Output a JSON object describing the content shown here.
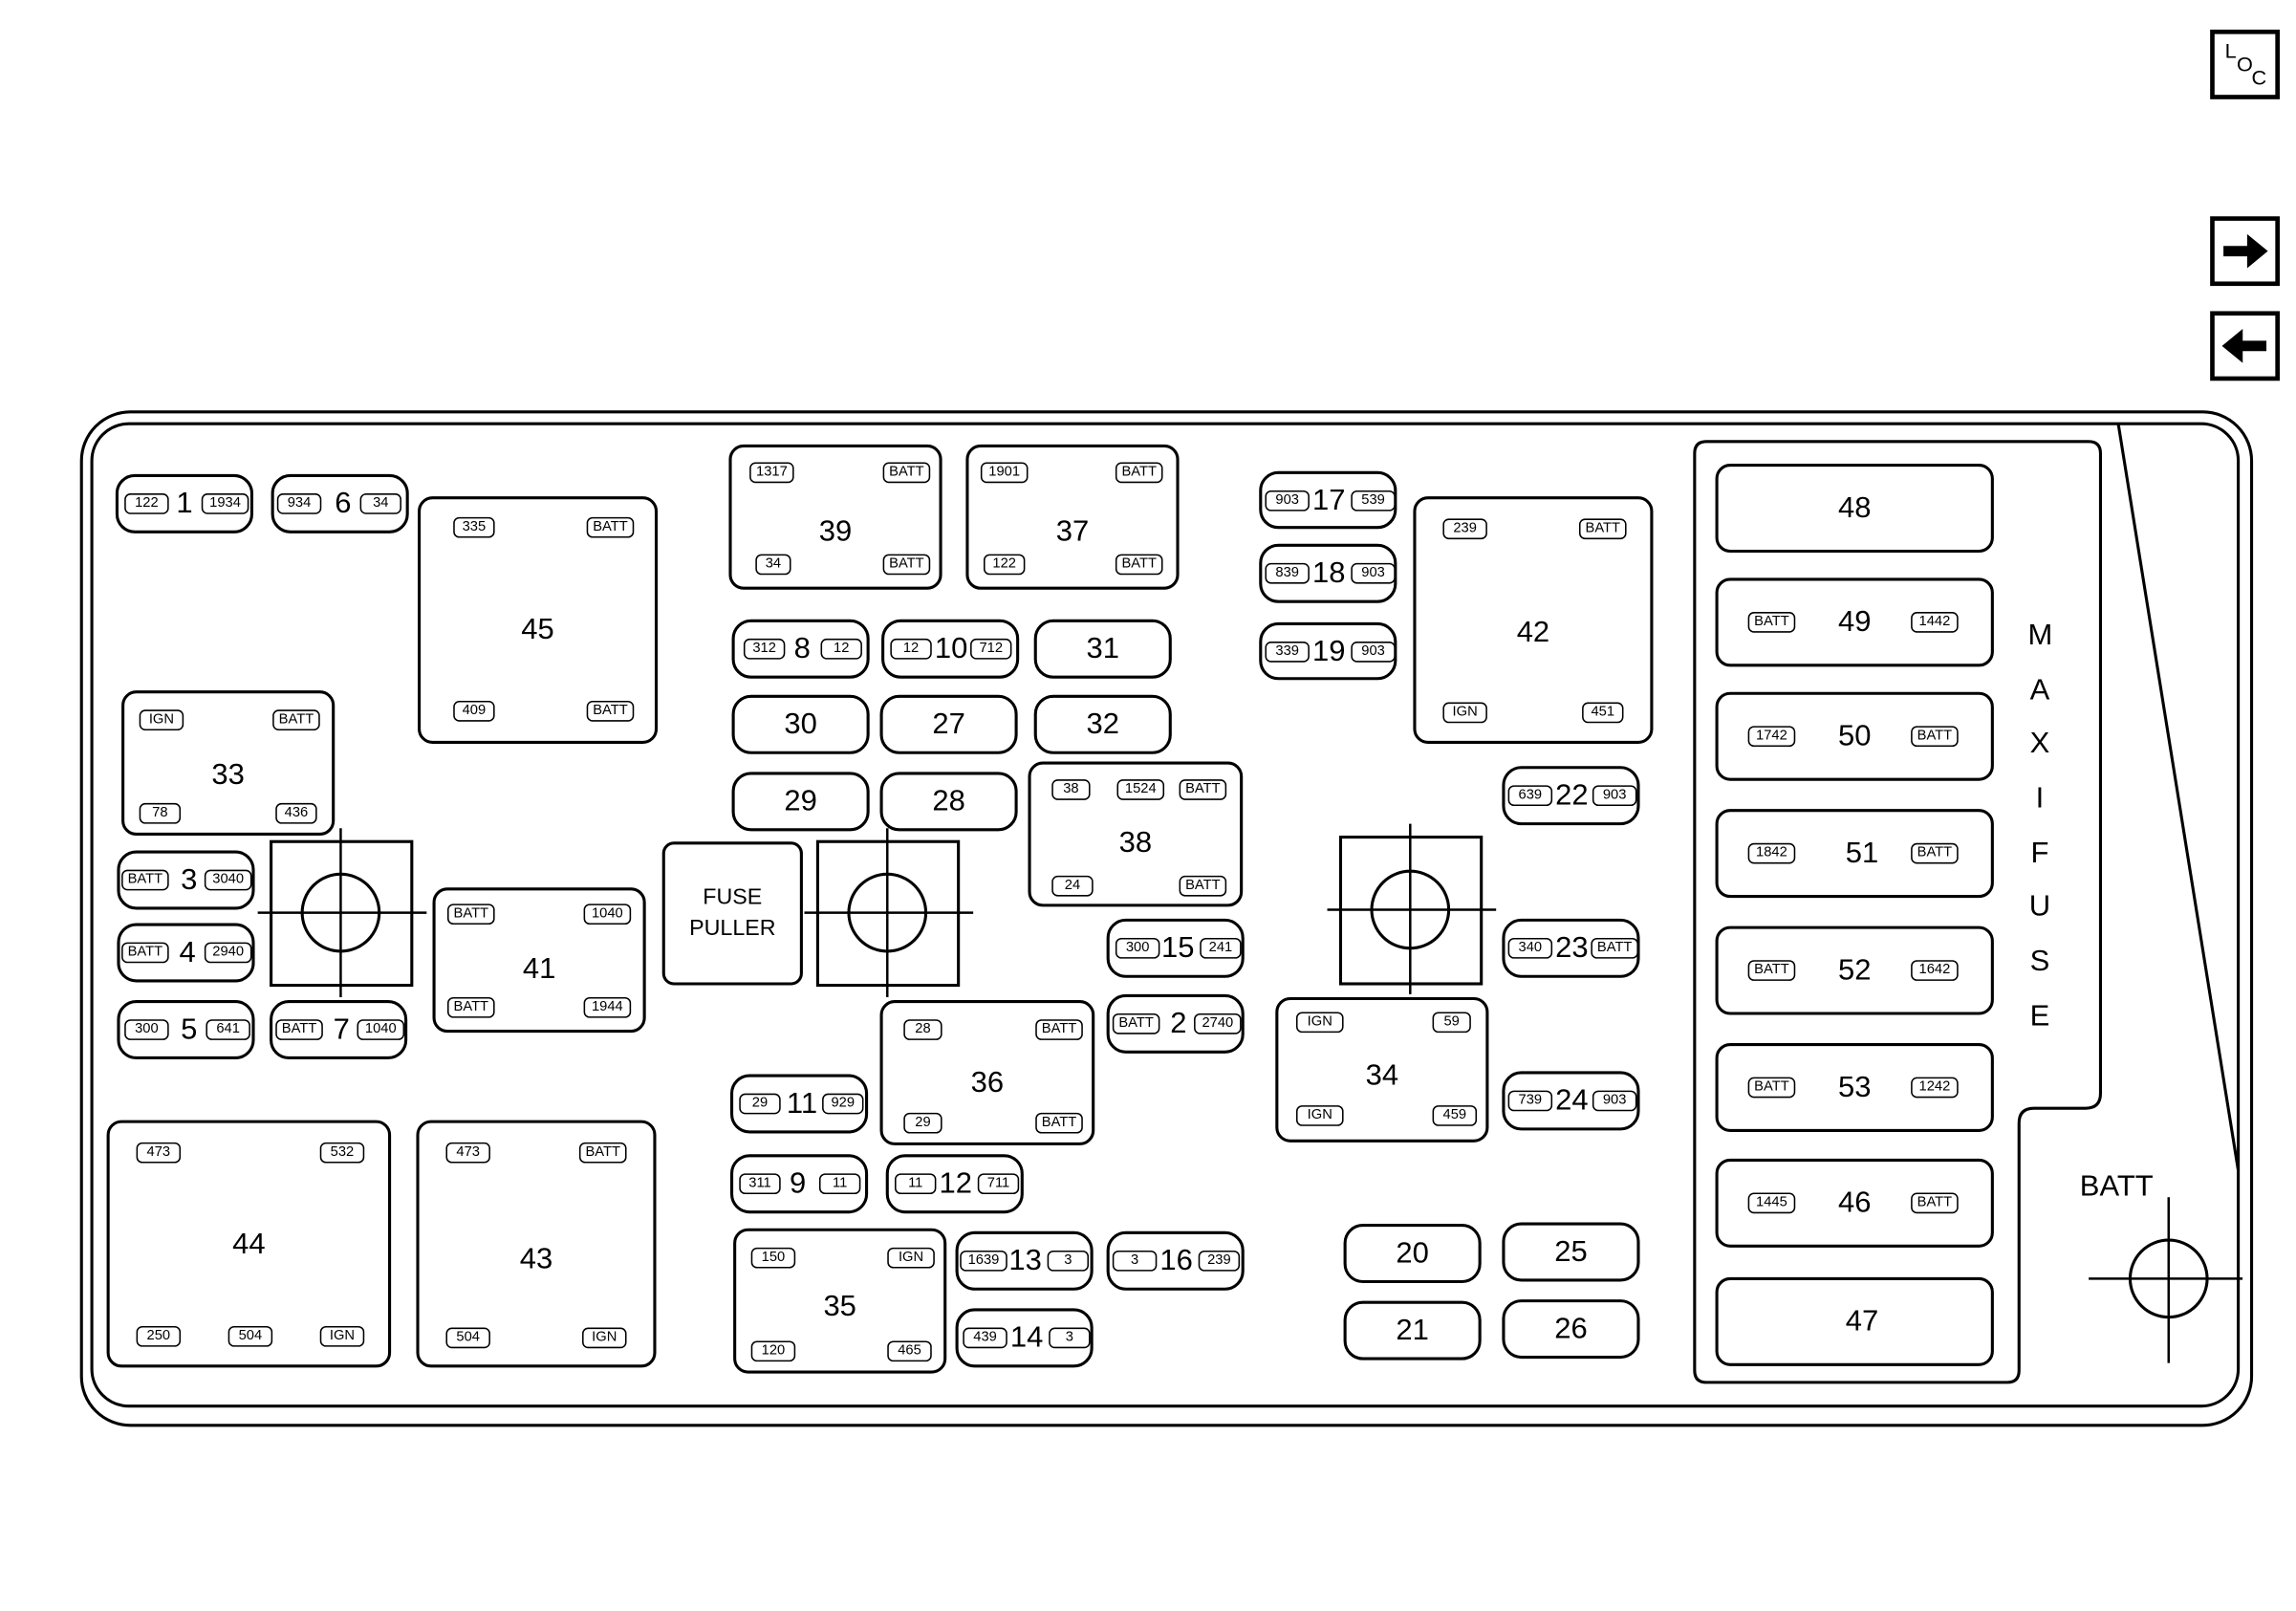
{
  "nav": {
    "loc_icon": {
      "label_l": "L",
      "label_o": "O",
      "label_c": "C"
    },
    "next_icon": "arrow-right",
    "prev_icon": "arrow-left"
  },
  "labels": {
    "fuse_puller_line1": "FUSE",
    "fuse_puller_line2": "PULLER",
    "maxi_fuse_letters": [
      "M",
      "A",
      "X",
      "I",
      "F",
      "U",
      "S",
      "E"
    ],
    "batt": "BATT"
  },
  "relays": [
    {
      "num": "45",
      "pins": [
        "335",
        "BATT",
        "409",
        "BATT"
      ]
    },
    {
      "num": "39",
      "pins": [
        "1317",
        "BATT",
        "34",
        "BATT"
      ]
    },
    {
      "num": "37",
      "pins": [
        "1901",
        "BATT",
        "122",
        "BATT"
      ]
    },
    {
      "num": "42",
      "pins": [
        "239",
        "BATT",
        "IGN",
        "451"
      ]
    },
    {
      "num": "33",
      "pins": [
        "IGN",
        "BATT",
        "78",
        "436"
      ]
    },
    {
      "num": "41",
      "pins": [
        "BATT",
        "1040",
        "BATT",
        "1944"
      ]
    },
    {
      "num": "38",
      "pins": [
        "38",
        "1524",
        "BATT",
        "24",
        "BATT"
      ]
    },
    {
      "num": "36",
      "pins": [
        "28",
        "BATT",
        "29",
        "BATT"
      ]
    },
    {
      "num": "34",
      "pins": [
        "IGN",
        "59",
        "IGN",
        "459"
      ]
    },
    {
      "num": "35",
      "pins": [
        "150",
        "IGN",
        "120",
        "465"
      ]
    },
    {
      "num": "44",
      "pins": [
        "473",
        "532",
        "250",
        "504",
        "IGN"
      ]
    },
    {
      "num": "43",
      "pins": [
        "473",
        "BATT",
        "504",
        "IGN"
      ]
    }
  ],
  "mini_fuses": [
    {
      "num": "1",
      "left": "122",
      "right": "1934"
    },
    {
      "num": "6",
      "left": "934",
      "right": "34"
    },
    {
      "num": "17",
      "left": "903",
      "right": "539"
    },
    {
      "num": "18",
      "left": "839",
      "right": "903"
    },
    {
      "num": "19",
      "left": "339",
      "right": "903"
    },
    {
      "num": "8",
      "left": "312",
      "right": "12"
    },
    {
      "num": "10",
      "left": "12",
      "right": "712"
    },
    {
      "num": "3",
      "left": "BATT",
      "right": "3040"
    },
    {
      "num": "4",
      "left": "BATT",
      "right": "2940"
    },
    {
      "num": "5",
      "left": "300",
      "right": "641"
    },
    {
      "num": "7",
      "left": "BATT",
      "right": "1040"
    },
    {
      "num": "22",
      "left": "639",
      "right": "903"
    },
    {
      "num": "15",
      "left": "300",
      "right": "241"
    },
    {
      "num": "23",
      "left": "340",
      "right": "BATT"
    },
    {
      "num": "2",
      "left": "BATT",
      "right": "2740"
    },
    {
      "num": "11",
      "left": "29",
      "right": "929"
    },
    {
      "num": "24",
      "left": "739",
      "right": "903"
    },
    {
      "num": "9",
      "left": "311",
      "right": "11"
    },
    {
      "num": "12",
      "left": "11",
      "right": "711"
    },
    {
      "num": "13",
      "left": "1639",
      "right": "3"
    },
    {
      "num": "16",
      "left": "3",
      "right": "239"
    },
    {
      "num": "14",
      "left": "439",
      "right": "3"
    }
  ],
  "plain_fuses": [
    "31",
    "30",
    "27",
    "32",
    "29",
    "28",
    "20",
    "25",
    "21",
    "26"
  ],
  "maxi_fuses": [
    {
      "num": "48",
      "left": "",
      "right": ""
    },
    {
      "num": "49",
      "left": "BATT",
      "right": "1442"
    },
    {
      "num": "50",
      "left": "1742",
      "right": "BATT"
    },
    {
      "num": "51",
      "left": "1842",
      "right": "BATT"
    },
    {
      "num": "52",
      "left": "BATT",
      "right": "1642"
    },
    {
      "num": "53",
      "left": "BATT",
      "right": "1242"
    },
    {
      "num": "46",
      "left": "1445",
      "right": "BATT"
    },
    {
      "num": "47",
      "left": "",
      "right": ""
    }
  ]
}
